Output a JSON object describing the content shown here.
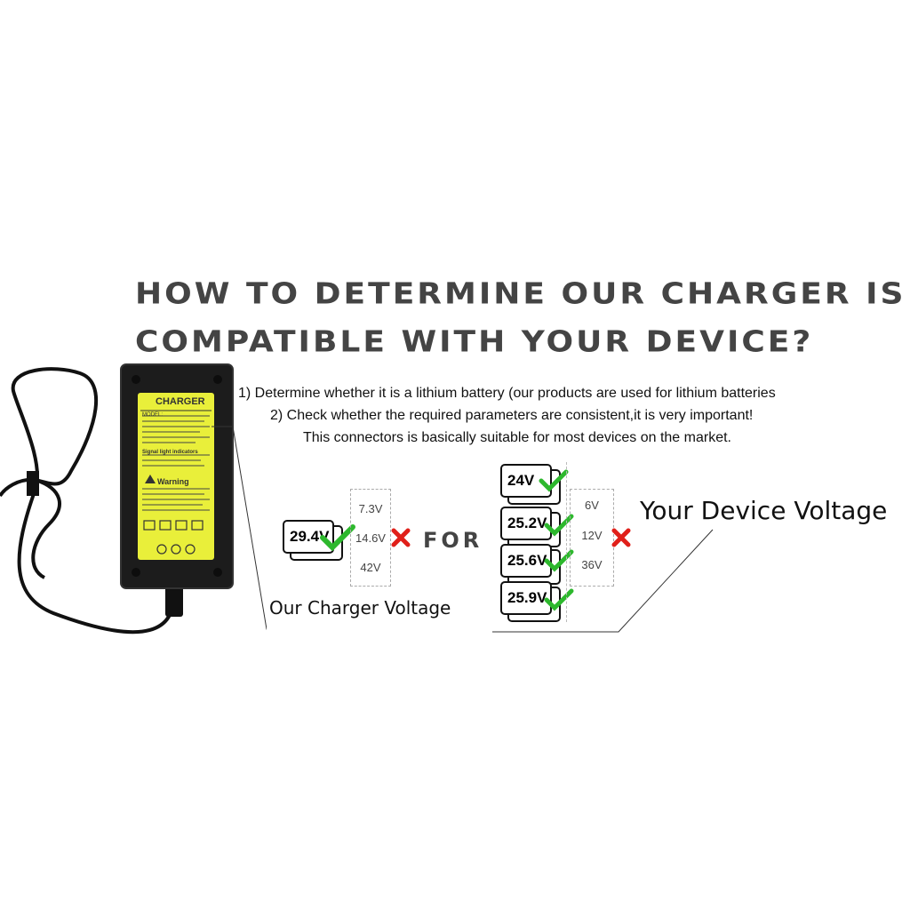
{
  "title": {
    "line1": "HOW TO DETERMINE OUR CHARGER IS",
    "line2": "COMPATIBLE WITH YOUR DEVICE?"
  },
  "instructions": {
    "line1": "1) Determine whether it is a lithium battery (our products are used for lithium batteries",
    "line2": "2) Check whether the required parameters are consistent,it is very important!",
    "line3": "This connectors is basically suitable for most devices on the market."
  },
  "charger": {
    "label_title": "CHARGER",
    "model_text": "MODEL:",
    "section_signal": "Signal light indicators",
    "warning": "Warning"
  },
  "our_charger": {
    "voltage": "29.4V",
    "wrong_options": [
      "7.3V",
      "14.6V",
      "42V"
    ],
    "caption": "Our Charger Voltage"
  },
  "for_label": "FOR",
  "device": {
    "voltages": [
      "24V",
      "25.2V",
      "25.6V",
      "25.9V"
    ],
    "wrong_options": [
      "6V",
      "12V",
      "36V"
    ],
    "caption": "Your Device Voltage"
  },
  "colors": {
    "check": "#2db82d",
    "cross": "#e0201a",
    "title": "#444444",
    "label_yellow": "#e9ef3a"
  }
}
